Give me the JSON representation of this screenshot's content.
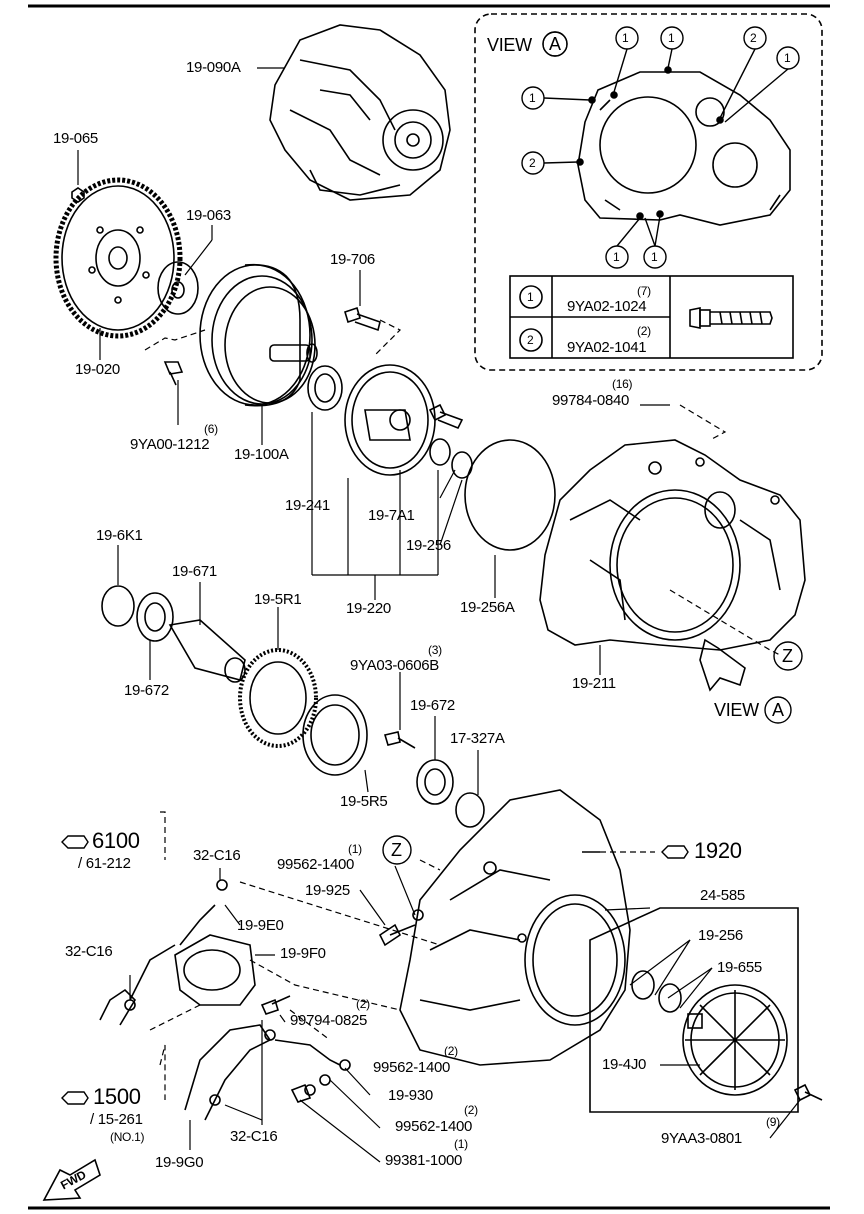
{
  "parts": {
    "p19_090A": "19-090A",
    "p19_065": "19-065",
    "p19_063": "19-063",
    "p19_020": "19-020",
    "p19_706": "19-706",
    "p9YA00_1212": "9YA00-1212",
    "p9YA00_1212_qty": "(6)",
    "p19_100A": "19-100A",
    "p19_241": "19-241",
    "p19_7A1": "19-7A1",
    "p19_256_upper": "19-256",
    "p19_220": "19-220",
    "p19_256A": "19-256A",
    "p99784_0840": "99784-0840",
    "p99784_0840_qty": "(16)",
    "p19_211": "19-211",
    "p19_6K1": "19-6K1",
    "p19_671": "19-671",
    "p19_5R1": "19-5R1",
    "p19_672_left": "19-672",
    "p9YA03_0606B": "9YA03-0606B",
    "p9YA03_0606B_qty": "(3)",
    "p19_672_right": "19-672",
    "p17_327A": "17-327A",
    "p19_5R5": "19-5R5",
    "p32_C16_top": "32-C16",
    "p99562_1400_a": "99562-1400",
    "p99562_1400_a_qty": "(1)",
    "p19_925": "19-925",
    "p19_9E0": "19-9E0",
    "p32_C16_left": "32-C16",
    "p19_9F0": "19-9F0",
    "p99794_0825": "99794-0825",
    "p99794_0825_qty": "(2)",
    "p99562_1400_b": "99562-1400",
    "p99562_1400_b_qty": "(2)",
    "p19_930": "19-930",
    "p99562_1400_c": "99562-1400",
    "p99562_1400_c_qty": "(2)",
    "p99381_1000": "99381-1000",
    "p99381_1000_qty": "(1)",
    "p32_C16_bottom": "32-C16",
    "p19_9G0": "19-9G0",
    "p24_585": "24-585",
    "p19_256_lower": "19-256",
    "p19_655": "19-655",
    "p19_4J0": "19-4J0",
    "p9YAA3_0801": "9YAA3-0801",
    "p9YAA3_0801_qty": "(9)"
  },
  "refs": {
    "r6100": "6100",
    "r6100_sub": "/ 61-212",
    "r1920": "1920",
    "r1500": "1500",
    "r1500_sub": "/ 15-261",
    "r1500_note": "(NO.1)"
  },
  "view": {
    "word": "VIEW",
    "letter": "A",
    "z_letter": "Z",
    "fwd": "FWD",
    "callout_1": "1",
    "callout_2": "2"
  },
  "bolt_table": [
    {
      "key": "1",
      "part": "9YA02-1024",
      "qty": "(7)"
    },
    {
      "key": "2",
      "part": "9YA02-1041",
      "qty": "(2)"
    }
  ],
  "colors": {
    "ink": "#000000",
    "paper": "#ffffff"
  }
}
